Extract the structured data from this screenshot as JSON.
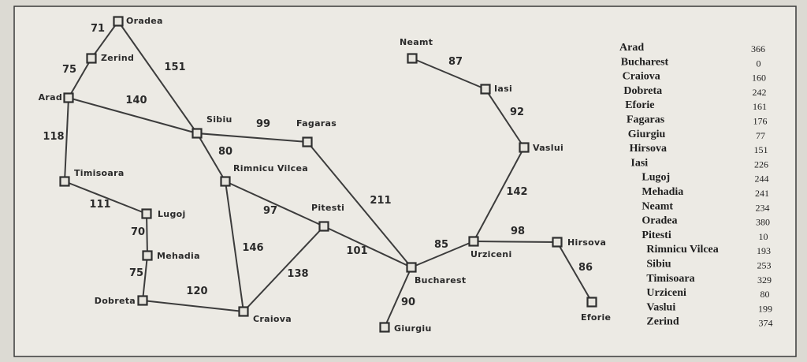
{
  "map": {
    "cities": [
      {
        "id": "Oradea",
        "label": "Oradea"
      },
      {
        "id": "Zerind",
        "label": "Zerind"
      },
      {
        "id": "Arad",
        "label": "Arad"
      },
      {
        "id": "Timisoara",
        "label": "Timisoara"
      },
      {
        "id": "Lugoj",
        "label": "Lugoj"
      },
      {
        "id": "Mehadia",
        "label": "Mehadia"
      },
      {
        "id": "Dobreta",
        "label": "Dobreta"
      },
      {
        "id": "Craiova",
        "label": "Craiova"
      },
      {
        "id": "Sibiu",
        "label": "Sibiu"
      },
      {
        "id": "Rimnicu",
        "label": "Rimnicu Vilcea"
      },
      {
        "id": "Fagaras",
        "label": "Fagaras"
      },
      {
        "id": "Pitesti",
        "label": "Pitesti"
      },
      {
        "id": "Bucharest",
        "label": "Bucharest"
      },
      {
        "id": "Giurgiu",
        "label": "Giurgiu"
      },
      {
        "id": "Urziceni",
        "label": "Urziceni"
      },
      {
        "id": "Hirsova",
        "label": "Hirsova"
      },
      {
        "id": "Eforie",
        "label": "Eforie"
      },
      {
        "id": "Vaslui",
        "label": "Vaslui"
      },
      {
        "id": "Iasi",
        "label": "Iasi"
      },
      {
        "id": "Neamt",
        "label": "Neamt"
      }
    ],
    "roads": [
      {
        "from": "Oradea",
        "to": "Zerind",
        "distance": "71"
      },
      {
        "from": "Zerind",
        "to": "Arad",
        "distance": "75"
      },
      {
        "from": "Oradea",
        "to": "Sibiu",
        "distance": "151"
      },
      {
        "from": "Arad",
        "to": "Sibiu",
        "distance": "140"
      },
      {
        "from": "Arad",
        "to": "Timisoara",
        "distance": "118"
      },
      {
        "from": "Timisoara",
        "to": "Lugoj",
        "distance": "111"
      },
      {
        "from": "Lugoj",
        "to": "Mehadia",
        "distance": "70"
      },
      {
        "from": "Mehadia",
        "to": "Dobreta",
        "distance": "75"
      },
      {
        "from": "Dobreta",
        "to": "Craiova",
        "distance": "120"
      },
      {
        "from": "Sibiu",
        "to": "Fagaras",
        "distance": "99"
      },
      {
        "from": "Sibiu",
        "to": "Rimnicu",
        "distance": "80"
      },
      {
        "from": "Rimnicu",
        "to": "Pitesti",
        "distance": "97"
      },
      {
        "from": "Rimnicu",
        "to": "Craiova",
        "distance": "146"
      },
      {
        "from": "Craiova",
        "to": "Pitesti",
        "distance": "138"
      },
      {
        "from": "Fagaras",
        "to": "Bucharest",
        "distance": "211"
      },
      {
        "from": "Pitesti",
        "to": "Bucharest",
        "distance": "101"
      },
      {
        "from": "Bucharest",
        "to": "Giurgiu",
        "distance": "90"
      },
      {
        "from": "Bucharest",
        "to": "Urziceni",
        "distance": "85"
      },
      {
        "from": "Urziceni",
        "to": "Hirsova",
        "distance": "98"
      },
      {
        "from": "Hirsova",
        "to": "Eforie",
        "distance": "86"
      },
      {
        "from": "Urziceni",
        "to": "Vaslui",
        "distance": "142"
      },
      {
        "from": "Vaslui",
        "to": "Iasi",
        "distance": "92"
      },
      {
        "from": "Iasi",
        "to": "Neamt",
        "distance": "87"
      }
    ]
  },
  "heuristic_table": [
    {
      "city": "Arad",
      "value": "366"
    },
    {
      "city": "Bucharest",
      "value": "0"
    },
    {
      "city": "Craiova",
      "value": "160"
    },
    {
      "city": "Dobreta",
      "value": "242"
    },
    {
      "city": "Eforie",
      "value": "161"
    },
    {
      "city": "Fagaras",
      "value": "176"
    },
    {
      "city": "Giurgiu",
      "value": "77"
    },
    {
      "city": "Hirsova",
      "value": "151"
    },
    {
      "city": "Iasi",
      "value": "226"
    },
    {
      "city": "Lugoj",
      "value": "244"
    },
    {
      "city": "Mehadia",
      "value": "241"
    },
    {
      "city": "Neamt",
      "value": "234"
    },
    {
      "city": "Oradea",
      "value": "380"
    },
    {
      "city": "Pitesti",
      "value": "10"
    },
    {
      "city": "Rimnicu Vilcea",
      "value": "193"
    },
    {
      "city": "Sibiu",
      "value": "253"
    },
    {
      "city": "Timisoara",
      "value": "329"
    },
    {
      "city": "Urziceni",
      "value": "80"
    },
    {
      "city": "Vaslui",
      "value": "199"
    },
    {
      "city": "Zerind",
      "value": "374"
    }
  ]
}
